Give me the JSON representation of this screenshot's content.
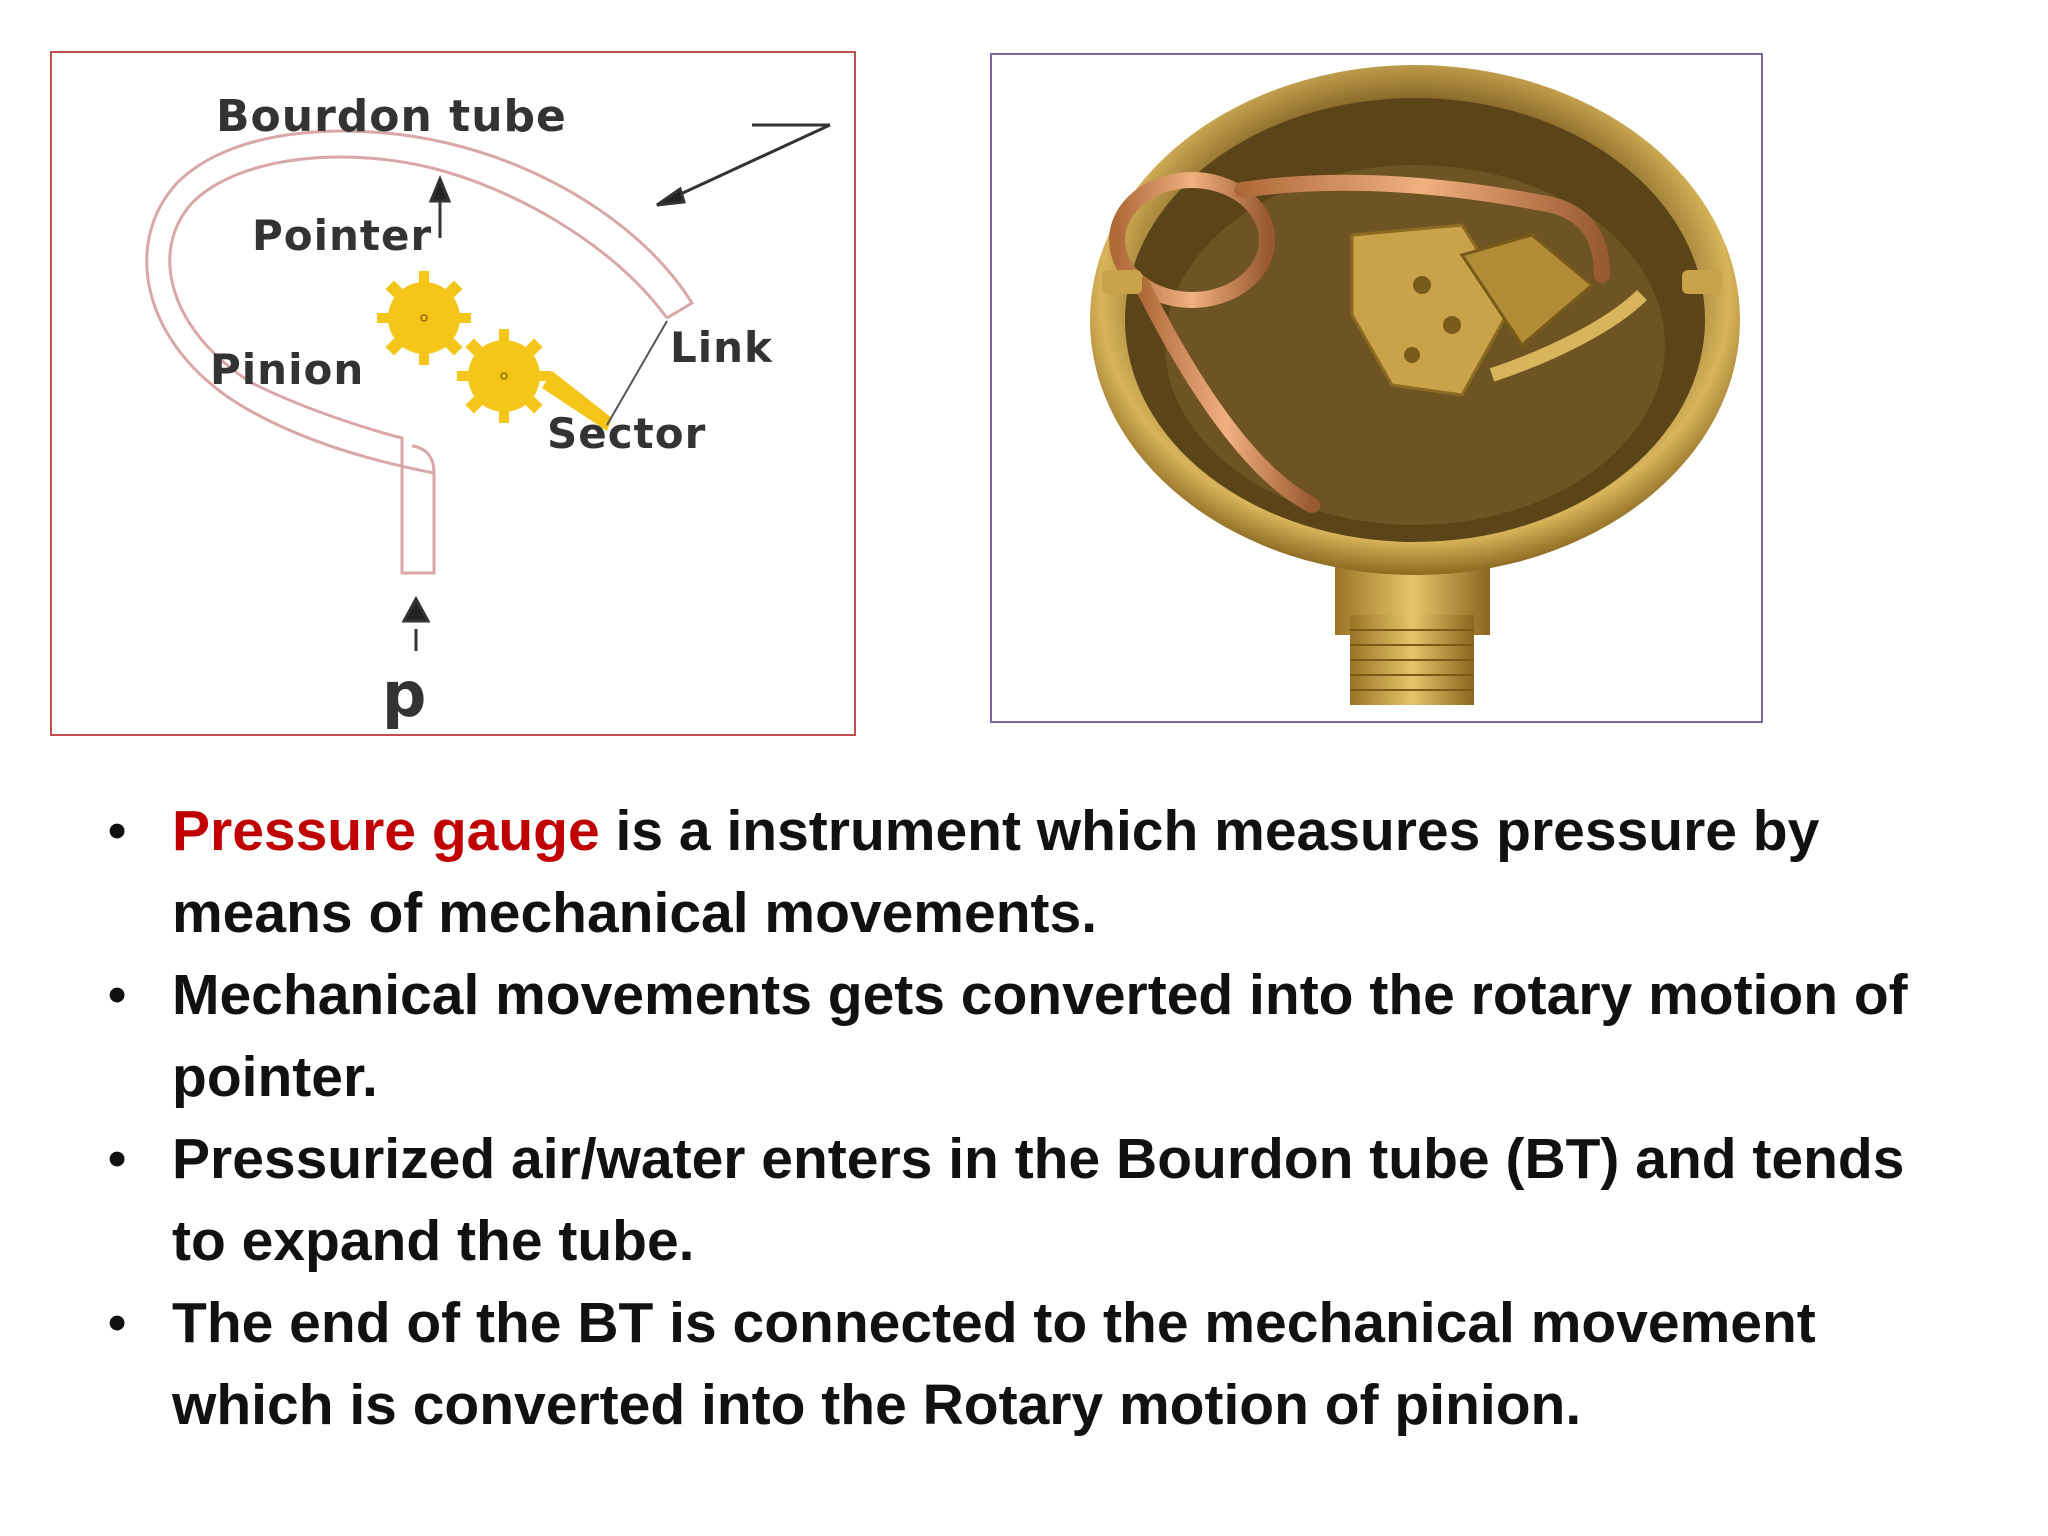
{
  "diagram": {
    "labels": {
      "bourdon_tube": "Bourdon tube",
      "pointer": "Pointer",
      "pinion": "Pinion",
      "link": "Link",
      "sector": "Sector",
      "pressure": "p"
    }
  },
  "colors": {
    "left_border": "#c0504d",
    "right_border": "#8064a2",
    "highlight": "#c00000",
    "gear": "#f5c518",
    "brass": "#b8902e"
  },
  "bullets": [
    {
      "highlight": "Pressure gauge",
      "text": " is a instrument which measures pressure by means of mechanical movements."
    },
    {
      "text": "Mechanical movements gets converted into the rotary motion of pointer."
    },
    {
      "text": "Pressurized air/water enters in the Bourdon tube (BT) and tends to expand the tube."
    },
    {
      "text": "The end of the BT is connected to the mechanical movement which is converted into the Rotary motion of pinion."
    }
  ]
}
